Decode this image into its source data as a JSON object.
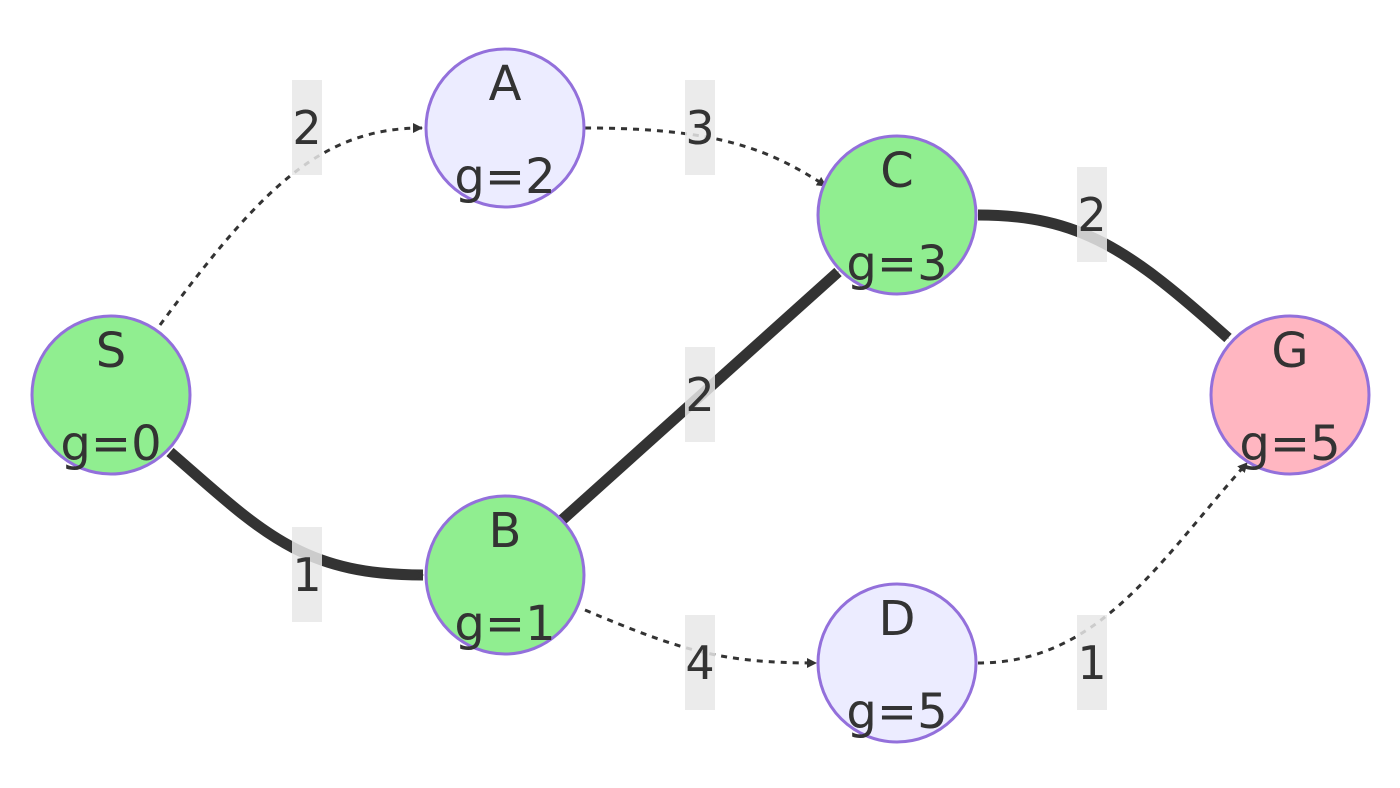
{
  "colors": {
    "visited": "#90EE90",
    "unvisited": "#ECECFF",
    "goal": "#FFB6C1",
    "stroke": "#9370DB",
    "edge": "#333333"
  },
  "nodes": [
    {
      "id": "S",
      "cost": "g=0",
      "state": "visited"
    },
    {
      "id": "A",
      "cost": "g=2",
      "state": "unvisited"
    },
    {
      "id": "B",
      "cost": "g=1",
      "state": "visited"
    },
    {
      "id": "C",
      "cost": "g=3",
      "state": "visited"
    },
    {
      "id": "D",
      "cost": "g=5",
      "state": "unvisited"
    },
    {
      "id": "G",
      "cost": "g=5",
      "state": "goal"
    }
  ],
  "edges": [
    {
      "from": "S",
      "to": "A",
      "weight": "2",
      "style": "dotted"
    },
    {
      "from": "A",
      "to": "C",
      "weight": "3",
      "style": "dotted"
    },
    {
      "from": "S",
      "to": "B",
      "weight": "1",
      "style": "thick"
    },
    {
      "from": "B",
      "to": "C",
      "weight": "2",
      "style": "thick"
    },
    {
      "from": "B",
      "to": "D",
      "weight": "4",
      "style": "dotted"
    },
    {
      "from": "C",
      "to": "G",
      "weight": "2",
      "style": "thick"
    },
    {
      "from": "D",
      "to": "G",
      "weight": "1",
      "style": "dotted"
    }
  ]
}
